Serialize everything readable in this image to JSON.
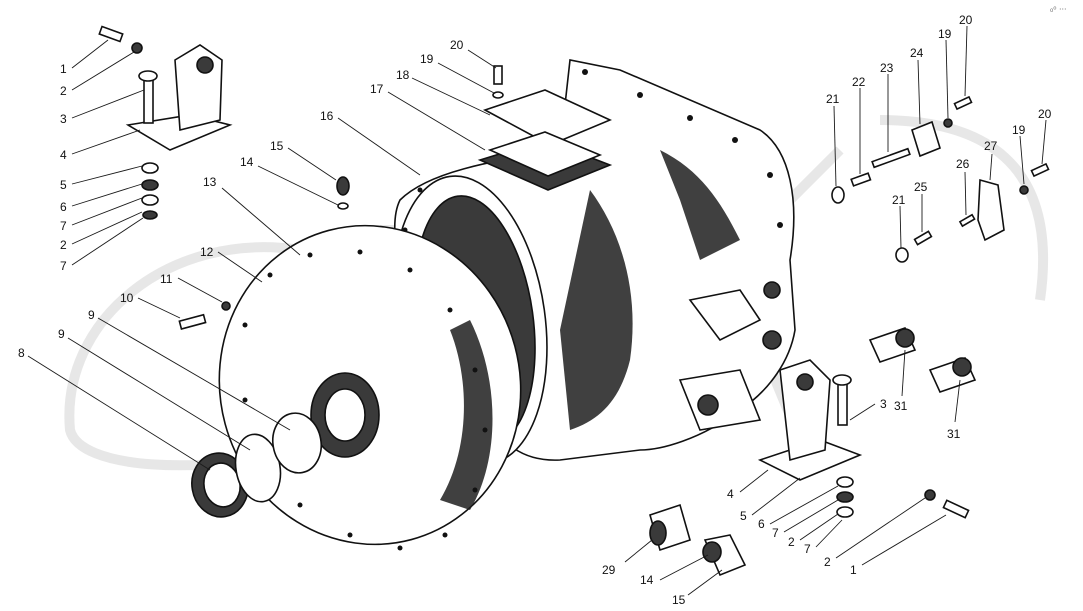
{
  "corner_mark": "₀⁰ ···",
  "callouts": [
    {
      "id": "c1",
      "label": "1"
    },
    {
      "id": "c2",
      "label": "2"
    },
    {
      "id": "c3",
      "label": "3"
    },
    {
      "id": "c4",
      "label": "4"
    },
    {
      "id": "c5",
      "label": "5"
    },
    {
      "id": "c6",
      "label": "6"
    },
    {
      "id": "c7a",
      "label": "7"
    },
    {
      "id": "c2b",
      "label": "2"
    },
    {
      "id": "c7b",
      "label": "7"
    },
    {
      "id": "c8",
      "label": "8"
    },
    {
      "id": "c9a",
      "label": "9"
    },
    {
      "id": "c9b",
      "label": "9"
    },
    {
      "id": "c10",
      "label": "10"
    },
    {
      "id": "c11",
      "label": "11"
    },
    {
      "id": "c12",
      "label": "12"
    },
    {
      "id": "c13",
      "label": "13"
    },
    {
      "id": "c14a",
      "label": "14"
    },
    {
      "id": "c15a",
      "label": "15"
    },
    {
      "id": "c16",
      "label": "16"
    },
    {
      "id": "c17",
      "label": "17"
    },
    {
      "id": "c18",
      "label": "18"
    },
    {
      "id": "c19a",
      "label": "19"
    },
    {
      "id": "c20a",
      "label": "20"
    },
    {
      "id": "c21a",
      "label": "21"
    },
    {
      "id": "c22",
      "label": "22"
    },
    {
      "id": "c23",
      "label": "23"
    },
    {
      "id": "c24",
      "label": "24"
    },
    {
      "id": "c19b",
      "label": "19"
    },
    {
      "id": "c20b",
      "label": "20"
    },
    {
      "id": "c27",
      "label": "27"
    },
    {
      "id": "c19c",
      "label": "19"
    },
    {
      "id": "c20c",
      "label": "20"
    },
    {
      "id": "c26",
      "label": "26"
    },
    {
      "id": "c25",
      "label": "25"
    },
    {
      "id": "c21b",
      "label": "21"
    },
    {
      "id": "c31a",
      "label": "31"
    },
    {
      "id": "c31b",
      "label": "31"
    },
    {
      "id": "c3b",
      "label": "3"
    },
    {
      "id": "c4b",
      "label": "4"
    },
    {
      "id": "c5b",
      "label": "5"
    },
    {
      "id": "c6b",
      "label": "6"
    },
    {
      "id": "c7c",
      "label": "7"
    },
    {
      "id": "c2c",
      "label": "2"
    },
    {
      "id": "c7d",
      "label": "7"
    },
    {
      "id": "c2d",
      "label": "2"
    },
    {
      "id": "c1b",
      "label": "1"
    },
    {
      "id": "c29",
      "label": "29"
    },
    {
      "id": "c14b",
      "label": "14"
    },
    {
      "id": "c15b",
      "label": "15"
    }
  ]
}
